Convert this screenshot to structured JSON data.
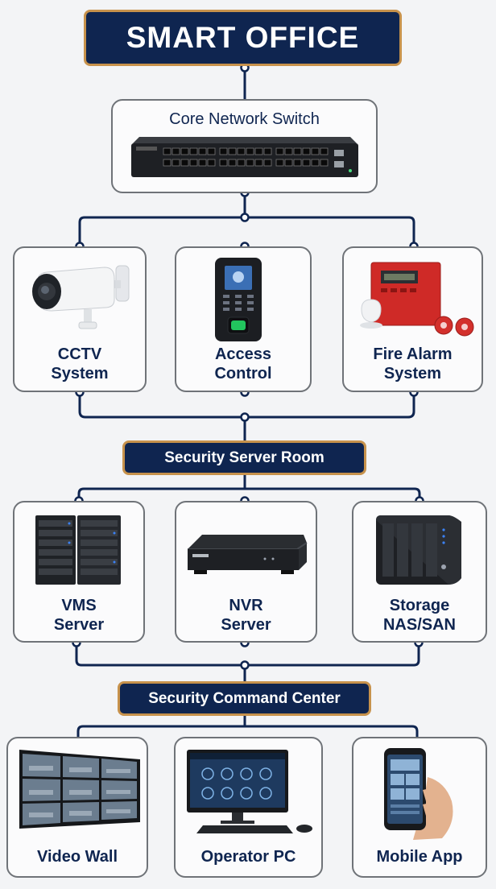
{
  "title": "SMART OFFICE",
  "core": {
    "label": "Core Network Switch"
  },
  "devices": {
    "cctv": {
      "line1": "CCTV",
      "line2": "System"
    },
    "access": {
      "line1": "Access",
      "line2": "Control"
    },
    "fire": {
      "line1": "Fire Alarm",
      "line2": "System"
    }
  },
  "server_room": {
    "title": "Security Server Room",
    "vms": {
      "line1": "VMS",
      "line2": "Server"
    },
    "nvr": {
      "line1": "NVR",
      "line2": "Server"
    },
    "storage": {
      "line1": "Storage",
      "line2": "NAS/SAN"
    }
  },
  "command_center": {
    "title": "Security Command Center",
    "video_wall": "Video Wall",
    "operator_pc": "Operator PC",
    "mobile_app": "Mobile App"
  },
  "colors": {
    "navy": "#0f2550",
    "gold": "#c7924c",
    "border": "#6f7378"
  }
}
